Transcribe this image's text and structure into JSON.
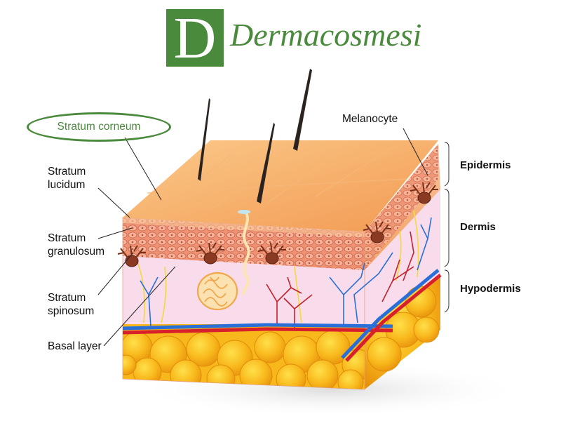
{
  "brand": {
    "logo_letter": "D",
    "name": "Dermacosmesi",
    "color": "#4a8a3c"
  },
  "labels": {
    "stratum_corneum": "Stratum corneum",
    "stratum_lucidum_1": "Stratum",
    "stratum_lucidum_2": "lucidum",
    "stratum_granulosum_1": "Stratum",
    "stratum_granulosum_2": "granulosum",
    "stratum_spinosum_1": "Stratum",
    "stratum_spinosum_2": "spinosum",
    "basal_layer": "Basal layer",
    "melanocyte": "Melanocyte"
  },
  "layers": {
    "epidermis": "Epidermis",
    "dermis": "Dermis",
    "hypodermis": "Hypodermis"
  },
  "colors": {
    "skin_surface": "#f6b46e",
    "cell_layer": "#e8866a",
    "dermis": "#f7d8ea",
    "fat": "#f7b21a",
    "artery": "#d8202c",
    "vein": "#2a6fd8",
    "hair": "#2a2320"
  }
}
